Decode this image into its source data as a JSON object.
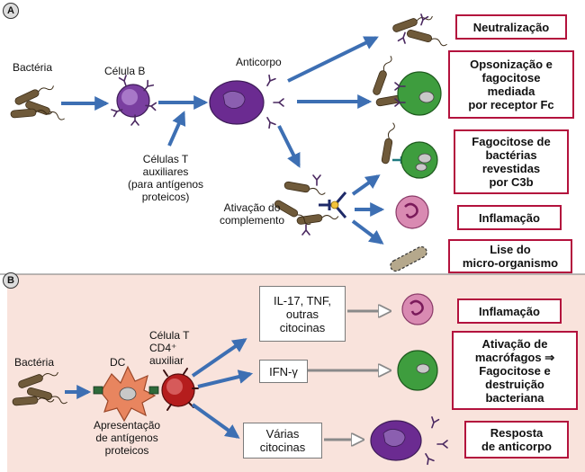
{
  "panel_a": {
    "letter": "A",
    "bacteria_label": "Bactéria",
    "b_cell_label": "Célula B",
    "antibody_label": "Anticorpo",
    "t_helper_label": [
      "Células T",
      "auxiliares",
      "(para antígenos",
      "proteicos)"
    ],
    "complement_label": [
      "Ativação do",
      "complemento"
    ],
    "outcomes": [
      [
        "Neutralização"
      ],
      [
        "Opsonização e",
        "fagocitose",
        "mediada",
        "por receptor Fc"
      ],
      [
        "Fagocitose de",
        "bactérias",
        "revestidas",
        "por C3b"
      ],
      [
        "Inflamação"
      ],
      [
        "Lise do",
        "micro-organismo"
      ]
    ]
  },
  "panel_b": {
    "letter": "B",
    "bacteria_label": "Bactéria",
    "dc_label": "DC",
    "presentation_label": [
      "Apresentação",
      "de antígenos",
      "proteicos"
    ],
    "t_cell_label": [
      "Célula T",
      "CD4⁺",
      "auxiliar"
    ],
    "cytokines": [
      [
        "IL-17, TNF,",
        "outras",
        "citocinas"
      ],
      [
        "IFN-γ"
      ],
      [
        "Várias",
        "citocinas"
      ]
    ],
    "outcomes": [
      [
        "Inflamação"
      ],
      [
        "Ativação de",
        "macrófagos ⇒",
        "Fagocitose e",
        "destruição",
        "bacteriana"
      ],
      [
        "Resposta",
        "de anticorpo"
      ]
    ]
  },
  "colors": {
    "panel_b_background": "#f9e3dc",
    "arrow_blue": "#3d6fb3",
    "outcome_border": "#b3123d",
    "b_cell_purple": "#7a3fa0",
    "plasma_cell_purple": "#6b2b91",
    "macrophage_green": "#3e9d3e",
    "neutrophil_pink": "#d98ab2",
    "t_cell_red": "#b51d1d",
    "dendritic_orange": "#e8855f",
    "bacteria_brown": "#6f5a3a"
  }
}
